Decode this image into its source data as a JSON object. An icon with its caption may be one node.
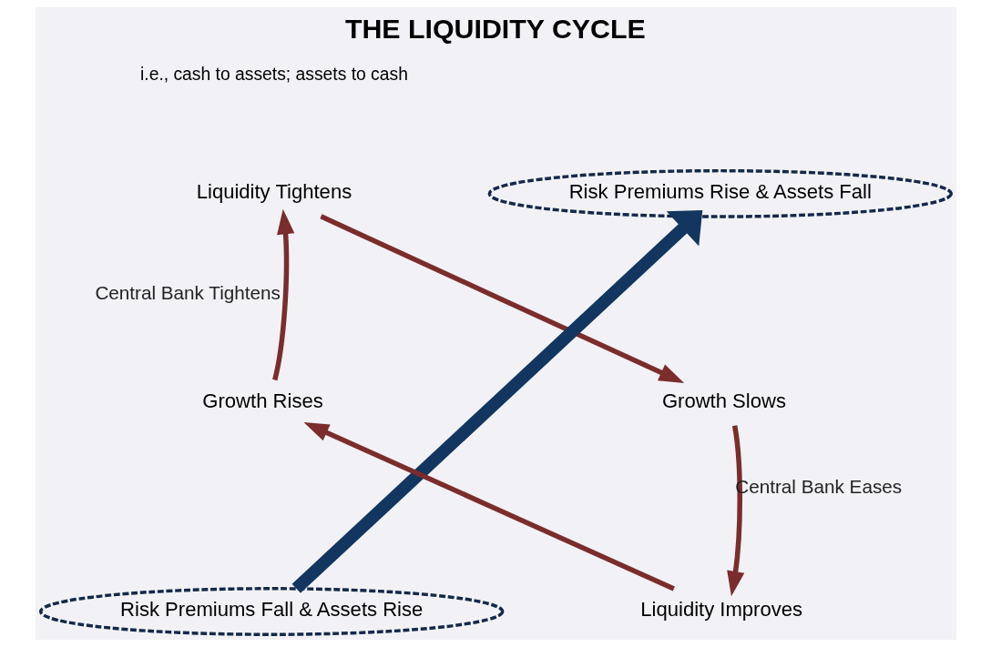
{
  "diagram": {
    "title": "THE LIQUIDITY CYCLE",
    "nodes": [
      {
        "text": [
          "Liquidity Tightens"
        ]
      },
      {
        "text": [
          "Risk Premiums Rise & Assets Fall"
        ]
      },
      {
        "text": [
          "Growth Rises"
        ]
      },
      {
        "text": [
          "Growth Slows"
        ]
      },
      {
        "text": [
          "Risk Premiums Fall & Assets Rise"
        ]
      },
      {
        "text": [
          "Liquidity Improves"
        ]
      }
    ],
    "edges": [
      {
        "from": 2,
        "to": 0,
        "arrow": "to",
        "label": "Central Bank Tightens"
      },
      {
        "from": 0,
        "to": 3,
        "arrow": "to"
      },
      {
        "from": 3,
        "to": 5,
        "arrow": "to",
        "label": "Central Bank Eases"
      },
      {
        "from": 5,
        "to": 2,
        "arrow": "to"
      },
      {
        "from": 4,
        "to": 1,
        "arrow": "to",
        "style": "thick",
        "color": "#12365f"
      }
    ],
    "labels": [
      "i.e., cash to assets; assets to cash"
    ]
  }
}
